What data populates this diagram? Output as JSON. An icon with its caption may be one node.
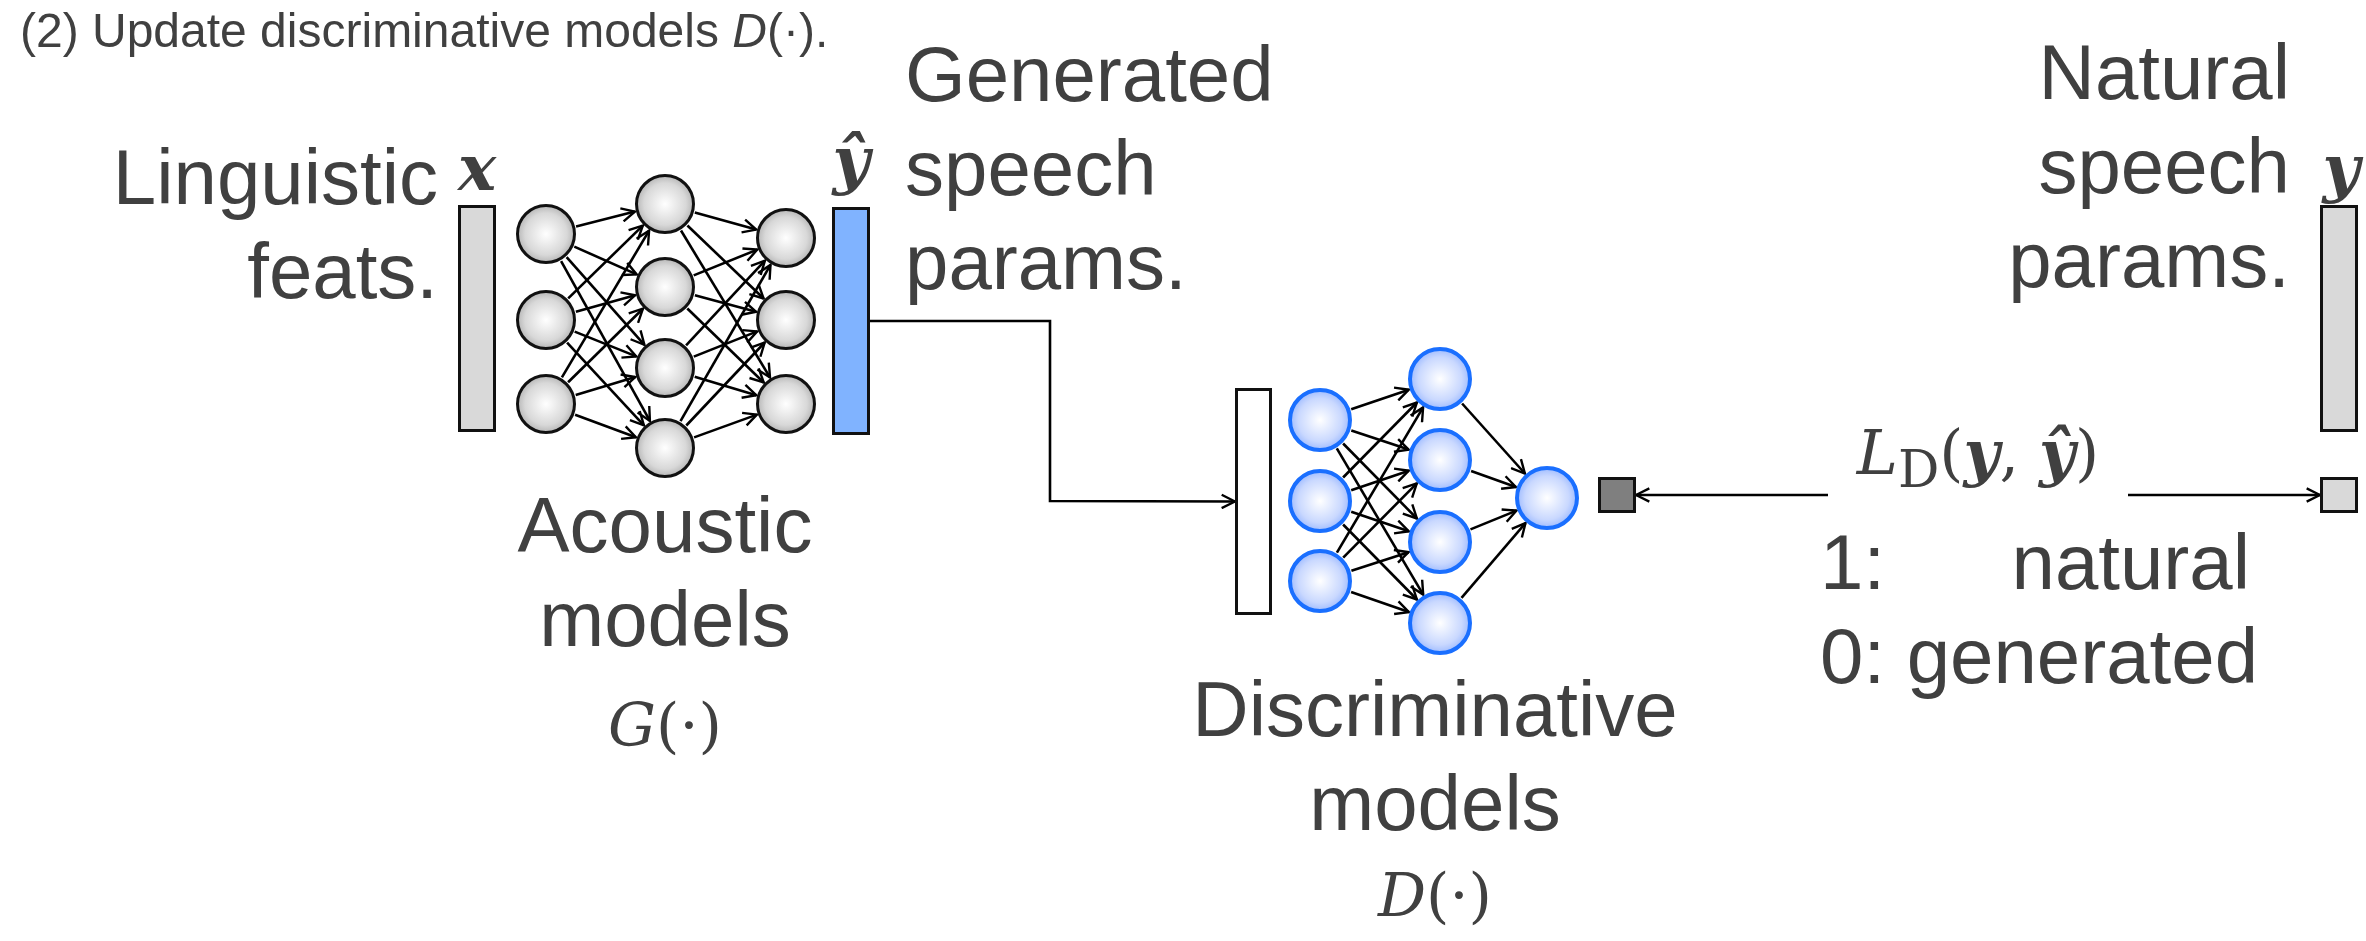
{
  "diagram": {
    "title": "(2) Update discriminative models *D*(·).",
    "nodes": [
      {
        "text": [
          "Linguistic feats.",
          "x"
        ]
      },
      {
        "text": [],
        "shape": "circle"
      },
      {
        "text": [],
        "shape": "circle"
      },
      {
        "text": [],
        "shape": "circle"
      },
      {
        "text": [],
        "shape": "circle"
      },
      {
        "text": [],
        "shape": "circle"
      },
      {
        "text": [],
        "shape": "circle"
      },
      {
        "text": [],
        "shape": "circle"
      },
      {
        "text": [],
        "shape": "circle"
      },
      {
        "text": [],
        "shape": "circle"
      },
      {
        "text": [],
        "shape": "circle"
      },
      {
        "text": [
          "ŷ",
          "Generated speech params."
        ]
      },
      {
        "text": [],
        "shape": "bar"
      },
      {
        "text": [],
        "shape": "circle"
      },
      {
        "text": [],
        "shape": "circle"
      },
      {
        "text": [],
        "shape": "circle"
      },
      {
        "text": [],
        "shape": "circle"
      },
      {
        "text": [],
        "shape": "circle"
      },
      {
        "text": [],
        "shape": "circle"
      },
      {
        "text": [],
        "shape": "circle"
      },
      {
        "text": [],
        "shape": "circle"
      },
      {
        "text": [],
        "shape": "box"
      },
      {
        "text": [],
        "shape": "box"
      },
      {
        "text": [
          "Natural speech params.",
          "y"
        ]
      }
    ],
    "edges": [
      {
        "from": 1,
        "to": 4,
        "arrow": "to"
      },
      {
        "from": 1,
        "to": 5,
        "arrow": "to"
      },
      {
        "from": 1,
        "to": 6,
        "arrow": "to"
      },
      {
        "from": 1,
        "to": 7,
        "arrow": "to"
      },
      {
        "from": 2,
        "to": 4,
        "arrow": "to"
      },
      {
        "from": 2,
        "to": 5,
        "arrow": "to"
      },
      {
        "from": 2,
        "to": 6,
        "arrow": "to"
      },
      {
        "from": 2,
        "to": 7,
        "arrow": "to"
      },
      {
        "from": 3,
        "to": 4,
        "arrow": "to"
      },
      {
        "from": 3,
        "to": 5,
        "arrow": "to"
      },
      {
        "from": 3,
        "to": 6,
        "arrow": "to"
      },
      {
        "from": 3,
        "to": 7,
        "arrow": "to"
      },
      {
        "from": 4,
        "to": 8,
        "arrow": "to"
      },
      {
        "from": 4,
        "to": 9,
        "arrow": "to"
      },
      {
        "from": 4,
        "to": 10,
        "arrow": "to"
      },
      {
        "from": 5,
        "to": 8,
        "arrow": "to"
      },
      {
        "from": 5,
        "to": 9,
        "arrow": "to"
      },
      {
        "from": 5,
        "to": 10,
        "arrow": "to"
      },
      {
        "from": 6,
        "to": 8,
        "arrow": "to"
      },
      {
        "from": 6,
        "to": 9,
        "arrow": "to"
      },
      {
        "from": 6,
        "to": 10,
        "arrow": "to"
      },
      {
        "from": 7,
        "to": 8,
        "arrow": "to"
      },
      {
        "from": 7,
        "to": 9,
        "arrow": "to"
      },
      {
        "from": 7,
        "to": 10,
        "arrow": "to"
      },
      {
        "from": 11,
        "to": 12,
        "arrow": "to"
      },
      {
        "from": 13,
        "to": 16,
        "arrow": "to"
      },
      {
        "from": 13,
        "to": 17,
        "arrow": "to"
      },
      {
        "from": 13,
        "to": 18,
        "arrow": "to"
      },
      {
        "from": 13,
        "to": 19,
        "arrow": "to"
      },
      {
        "from": 14,
        "to": 16,
        "arrow": "to"
      },
      {
        "from": 14,
        "to": 17,
        "arrow": "to"
      },
      {
        "from": 14,
        "to": 18,
        "arrow": "to"
      },
      {
        "from": 14,
        "to": 19,
        "arrow": "to"
      },
      {
        "from": 15,
        "to": 16,
        "arrow": "to"
      },
      {
        "from": 15,
        "to": 17,
        "arrow": "to"
      },
      {
        "from": 15,
        "to": 18,
        "arrow": "to"
      },
      {
        "from": 15,
        "to": 19,
        "arrow": "to"
      },
      {
        "from": 16,
        "to": 20,
        "arrow": "to"
      },
      {
        "from": 17,
        "to": 20,
        "arrow": "to"
      },
      {
        "from": 18,
        "to": 20,
        "arrow": "to"
      },
      {
        "from": 19,
        "to": 20,
        "arrow": "to"
      },
      {
        "from": 21,
        "to": 22,
        "label": "*L*$_{D}$(**y**, **ŷ**)",
        "arrow": "both"
      }
    ],
    "labels": [
      "Acoustic models",
      "*G*(·)",
      "Discriminative models",
      "*D*(·)",
      "1: natural",
      "0: generated"
    ]
  }
}
